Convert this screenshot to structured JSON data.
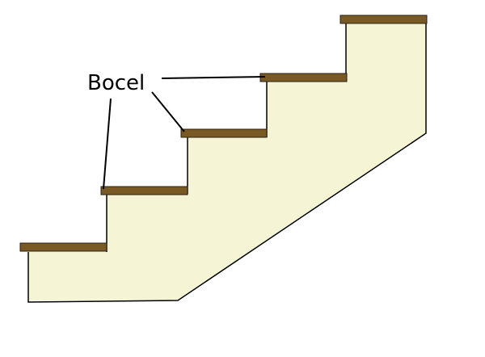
{
  "diagram": {
    "label": "Bocel",
    "colors": {
      "stringer_fill": "#f5f5d6",
      "tread_fill": "#7a5a24",
      "tread_edge": "#2a1f10",
      "line": "#000000",
      "background": "#ffffff"
    },
    "treads": [
      {
        "name": "tread-1"
      },
      {
        "name": "tread-2"
      },
      {
        "name": "tread-3"
      },
      {
        "name": "tread-4"
      },
      {
        "name": "tread-5"
      }
    ]
  }
}
